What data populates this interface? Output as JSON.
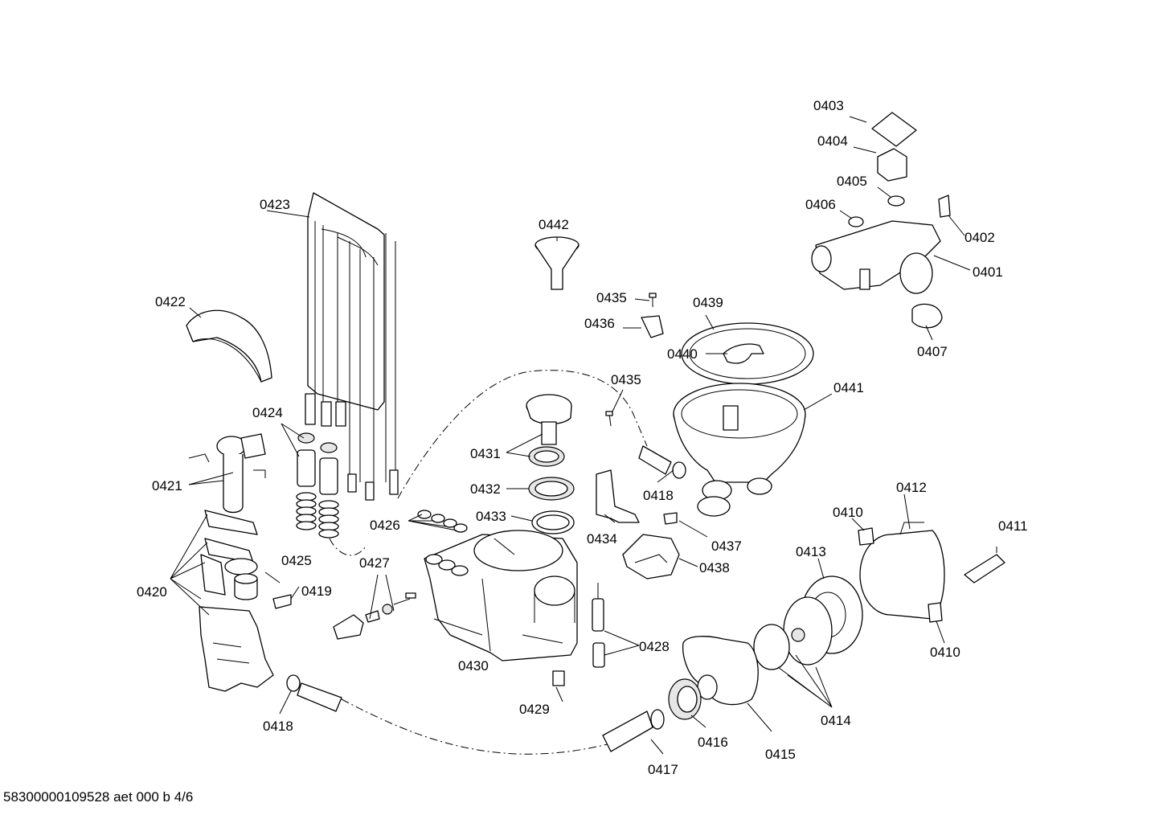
{
  "labels": {
    "p0401": "0401",
    "p0402": "0402",
    "p0403": "0403",
    "p0404": "0404",
    "p0405": "0405",
    "p0406": "0406",
    "p0407": "0407",
    "p0410a": "0410",
    "p0410b": "0410",
    "p0411": "0411",
    "p0412": "0412",
    "p0413": "0413",
    "p0414": "0414",
    "p0415": "0415",
    "p0416": "0416",
    "p0417": "0417",
    "p0418a": "0418",
    "p0418b": "0418",
    "p0419": "0419",
    "p0420": "0420",
    "p0421": "0421",
    "p0422": "0422",
    "p0423": "0423",
    "p0424": "0424",
    "p0425": "0425",
    "p0426": "0426",
    "p0427": "0427",
    "p0428": "0428",
    "p0429": "0429",
    "p0430": "0430",
    "p0431": "0431",
    "p0432": "0432",
    "p0433": "0433",
    "p0434": "0434",
    "p0435a": "0435",
    "p0435b": "0435",
    "p0436": "0436",
    "p0437": "0437",
    "p0438": "0438",
    "p0439": "0439",
    "p0440": "0440",
    "p0441": "0441",
    "p0442": "0442"
  },
  "footer": "58300000109528 aet 000 b 4/6"
}
